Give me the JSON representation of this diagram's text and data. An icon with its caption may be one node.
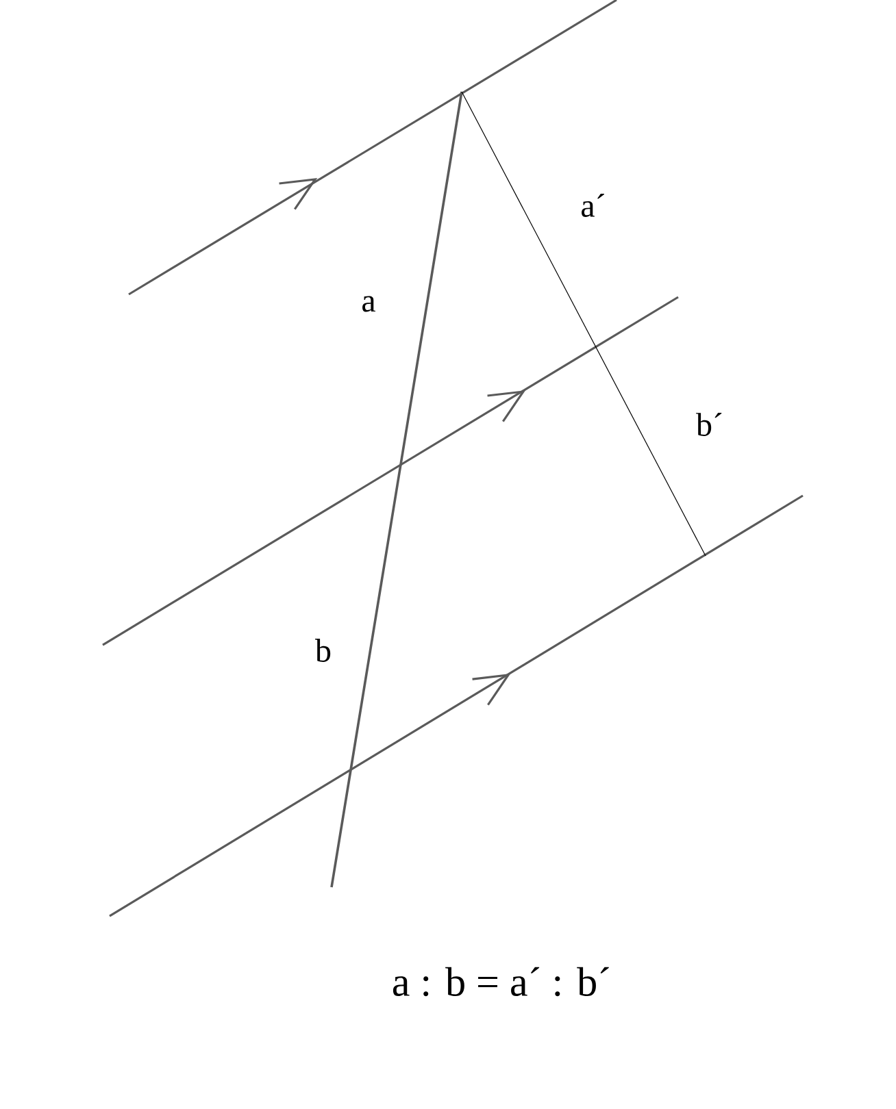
{
  "diagram": {
    "labels": [
      "a´",
      "a",
      "b´",
      "b",
      "a : b = a´ : b´"
    ]
  }
}
